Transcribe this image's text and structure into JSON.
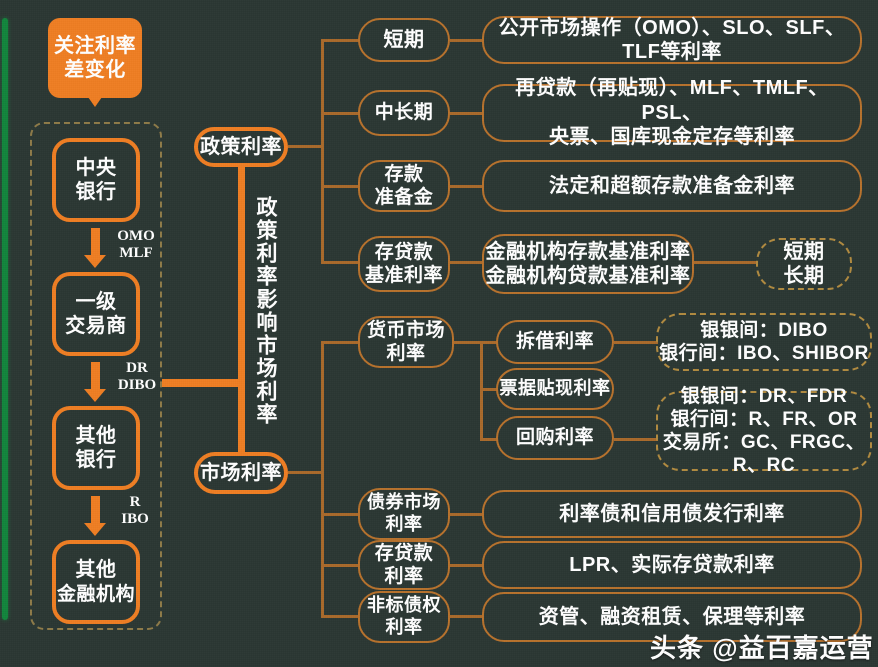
{
  "colors": {
    "background": "#2b3733",
    "accent_orange": "#ef7d22",
    "thin_orange": "#b7712c",
    "dashed_gold": "#8e7a48",
    "green_bar": "#11853c",
    "text_white": "#ffffff"
  },
  "title": {
    "line1": "关注利率",
    "line2": "差变化"
  },
  "vertical_label": "政策利率影响市场利率",
  "left_chain": {
    "nodes": [
      {
        "line1": "中央",
        "line2": "银行"
      },
      {
        "line1": "一级",
        "line2": "交易商"
      },
      {
        "line1": "其他",
        "line2": "银行"
      },
      {
        "line1": "其他",
        "line2": "金融机构"
      }
    ],
    "edge_labels": [
      {
        "line1": "OMO",
        "line2": "MLF"
      },
      {
        "line1": "DR",
        "line2": "DIBO"
      },
      {
        "line1": "R",
        "line2": "IBO"
      }
    ]
  },
  "branches": [
    {
      "label": "政策利率"
    },
    {
      "label": "市场利率"
    }
  ],
  "policy_rows": [
    {
      "key": "短期",
      "key_line1": "短期",
      "key_line2": "",
      "detail": "公开市场操作（OMO）、SLO、SLF、TLF等利率",
      "detail_line2": ""
    },
    {
      "key": "中长期",
      "key_line1": "中长期",
      "key_line2": "",
      "detail": "再贷款（再贴现）、MLF、TMLF、PSL、",
      "detail_line2": "央票、国库现金定存等利率"
    },
    {
      "key": "存款准备金",
      "key_line1": "存款",
      "key_line2": "准备金",
      "detail": "法定和超额存款准备金利率",
      "detail_line2": ""
    },
    {
      "key": "存贷款基准利率",
      "key_line1": "存贷款",
      "key_line2": "基准利率",
      "detail": "金融机构存款基准利率",
      "detail_line2": "金融机构贷款基准利率",
      "extra_line1": "短期",
      "extra_line2": "长期"
    }
  ],
  "market_rows": [
    {
      "key_line1": "货币市场",
      "key_line2": "利率",
      "sub_items": [
        {
          "label": "拆借利率"
        },
        {
          "label": "票据贴现利率"
        },
        {
          "label": "回购利率"
        }
      ],
      "detail_boxes": [
        {
          "for": "拆借利率",
          "lines": [
            "银银间：DIBO",
            "银行间：IBO、SHIBOR"
          ]
        },
        {
          "for": "回购利率",
          "lines": [
            "银银间：DR、FDR",
            "银行间：R、FR、OR",
            "交易所：GC、FRGC、R、RC"
          ]
        }
      ]
    },
    {
      "key_line1": "债券市场",
      "key_line2": "利率",
      "detail": "利率债和信用债发行利率"
    },
    {
      "key_line1": "存贷款",
      "key_line2": "利率",
      "detail": "LPR、实际存贷款利率"
    },
    {
      "key_line1": "非标债权",
      "key_line2": "利率",
      "detail": "资管、融资租赁、保理等利率"
    }
  ],
  "watermark": "头条 @益百嘉运营"
}
